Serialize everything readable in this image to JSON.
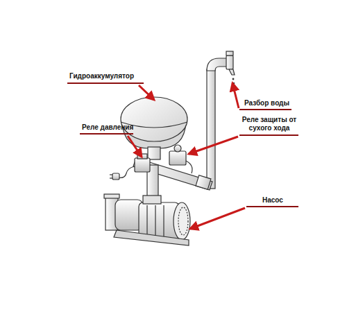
{
  "diagram": {
    "labels": [
      "Гидроаккумулятор",
      "Реле давления",
      "Разбор воды",
      "Реле защиты от сухого хода",
      "Насос"
    ]
  }
}
